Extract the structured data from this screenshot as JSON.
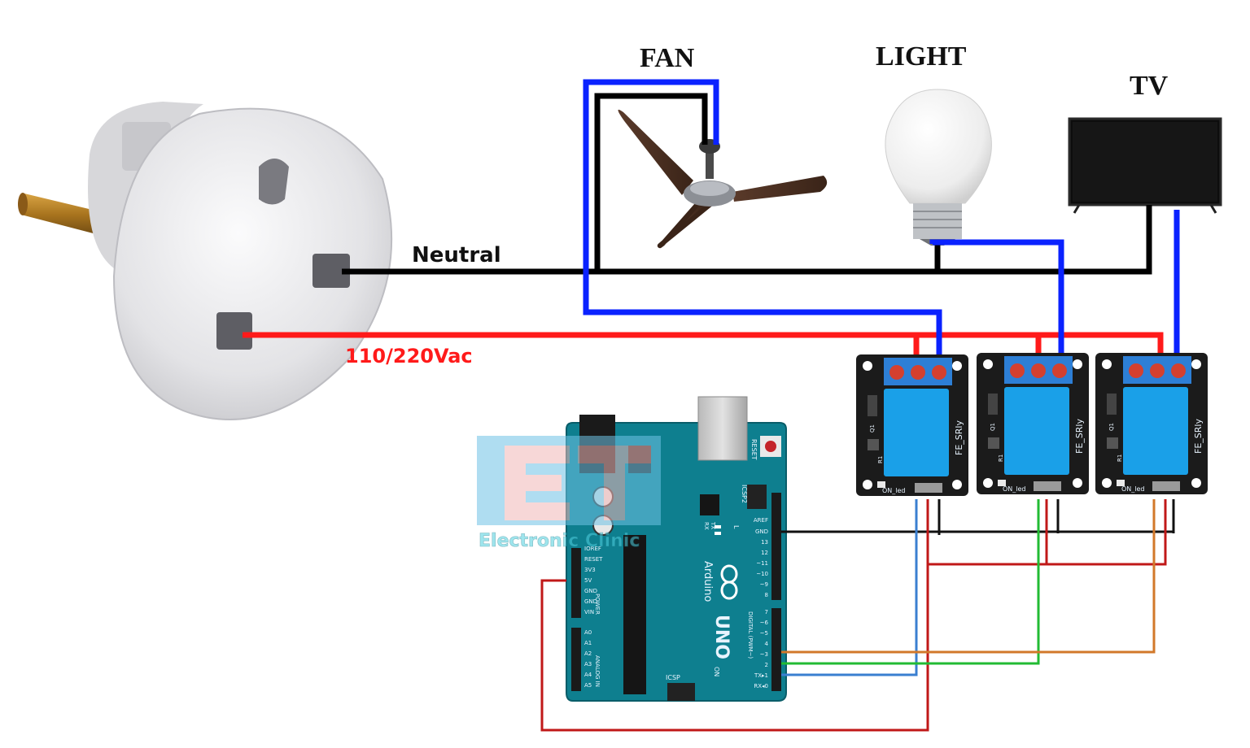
{
  "labels": {
    "fan": "FAN",
    "light": "LIGHT",
    "tv": "TV",
    "neutral": "Neutral",
    "live": "110/220Vac"
  },
  "arduino": {
    "board_name": "Arduino",
    "model": "UNO",
    "reset": "RESET",
    "icsp": "ICSP",
    "icsp2": "ICSP2",
    "on": "ON",
    "tx": "TX",
    "rx": "RX",
    "l": "L",
    "power_header": "POWER",
    "analog_header": "ANALOG IN",
    "digital_header": "DIGITAL (PWM~)",
    "power_pins": [
      "IOREF",
      "RESET",
      "3V3",
      "5V",
      "GND",
      "GND",
      "VIN"
    ],
    "analog_pins": [
      "A0",
      "A1",
      "A2",
      "A3",
      "A4",
      "A5"
    ],
    "digital_top_pins": [
      "AREF",
      "GND",
      "13",
      "12",
      "~11",
      "~10",
      "~9",
      "8"
    ],
    "digital_bottom_pins": [
      "7",
      "~6",
      "~5",
      "4",
      "~3",
      "2",
      "TX▸1",
      "RX◂0"
    ]
  },
  "relays": [
    {
      "label": "FE_SRly",
      "led": "ON_led",
      "r1": "R1",
      "q1": "Q1"
    },
    {
      "label": "FE_SRly",
      "led": "ON_led",
      "r1": "R1",
      "q1": "Q1"
    },
    {
      "label": "FE_SRly",
      "led": "ON_led",
      "r1": "R1",
      "q1": "Q1"
    }
  ],
  "watermark": "Electronic Clinic",
  "colors": {
    "neutral_wire": "#000000",
    "live_wire": "#ff1a1a",
    "switched_wire": "#0a22ff",
    "board": "#0e7f8f",
    "relay_body": "#1aa0e8",
    "relay_pcb": "#1b1b1b",
    "signal_green": "#22bb33",
    "signal_blue": "#3a7fd0",
    "signal_orange": "#d2782a",
    "power_red": "#c01818"
  }
}
